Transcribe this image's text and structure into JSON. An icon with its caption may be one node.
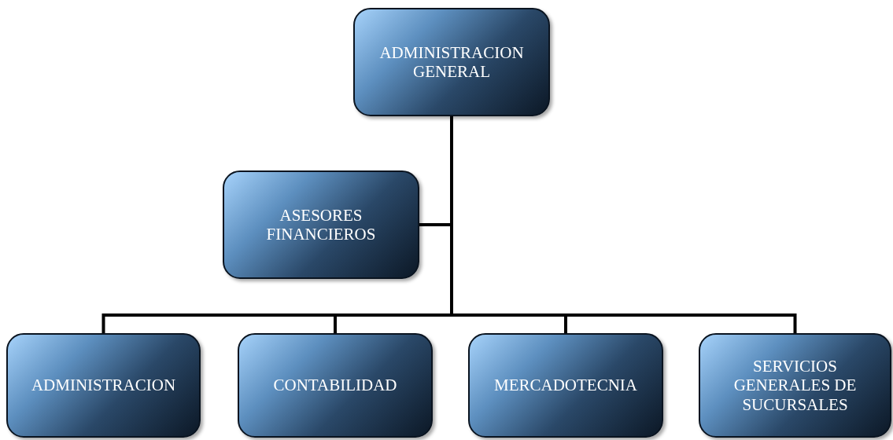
{
  "diagram": {
    "nodes": [
      {
        "text": [
          "ADMINISTRACION GENERAL"
        ]
      },
      {
        "text": [
          "ASESORES FINANCIEROS"
        ]
      },
      {
        "text": [
          "ADMINISTRACION"
        ]
      },
      {
        "text": [
          "CONTABILIDAD"
        ]
      },
      {
        "text": [
          "MERCADOTECNIA"
        ]
      },
      {
        "text": [
          "SERVICIOS GENERALES DE SUCURSALES"
        ]
      }
    ],
    "edges": [
      {
        "from": 0,
        "to": 1,
        "arrow": "none"
      },
      {
        "from": 0,
        "to": 2,
        "arrow": "none"
      },
      {
        "from": 0,
        "to": 3,
        "arrow": "none"
      },
      {
        "from": 0,
        "to": 4,
        "arrow": "none"
      },
      {
        "from": 0,
        "to": 5,
        "arrow": "none"
      }
    ]
  }
}
